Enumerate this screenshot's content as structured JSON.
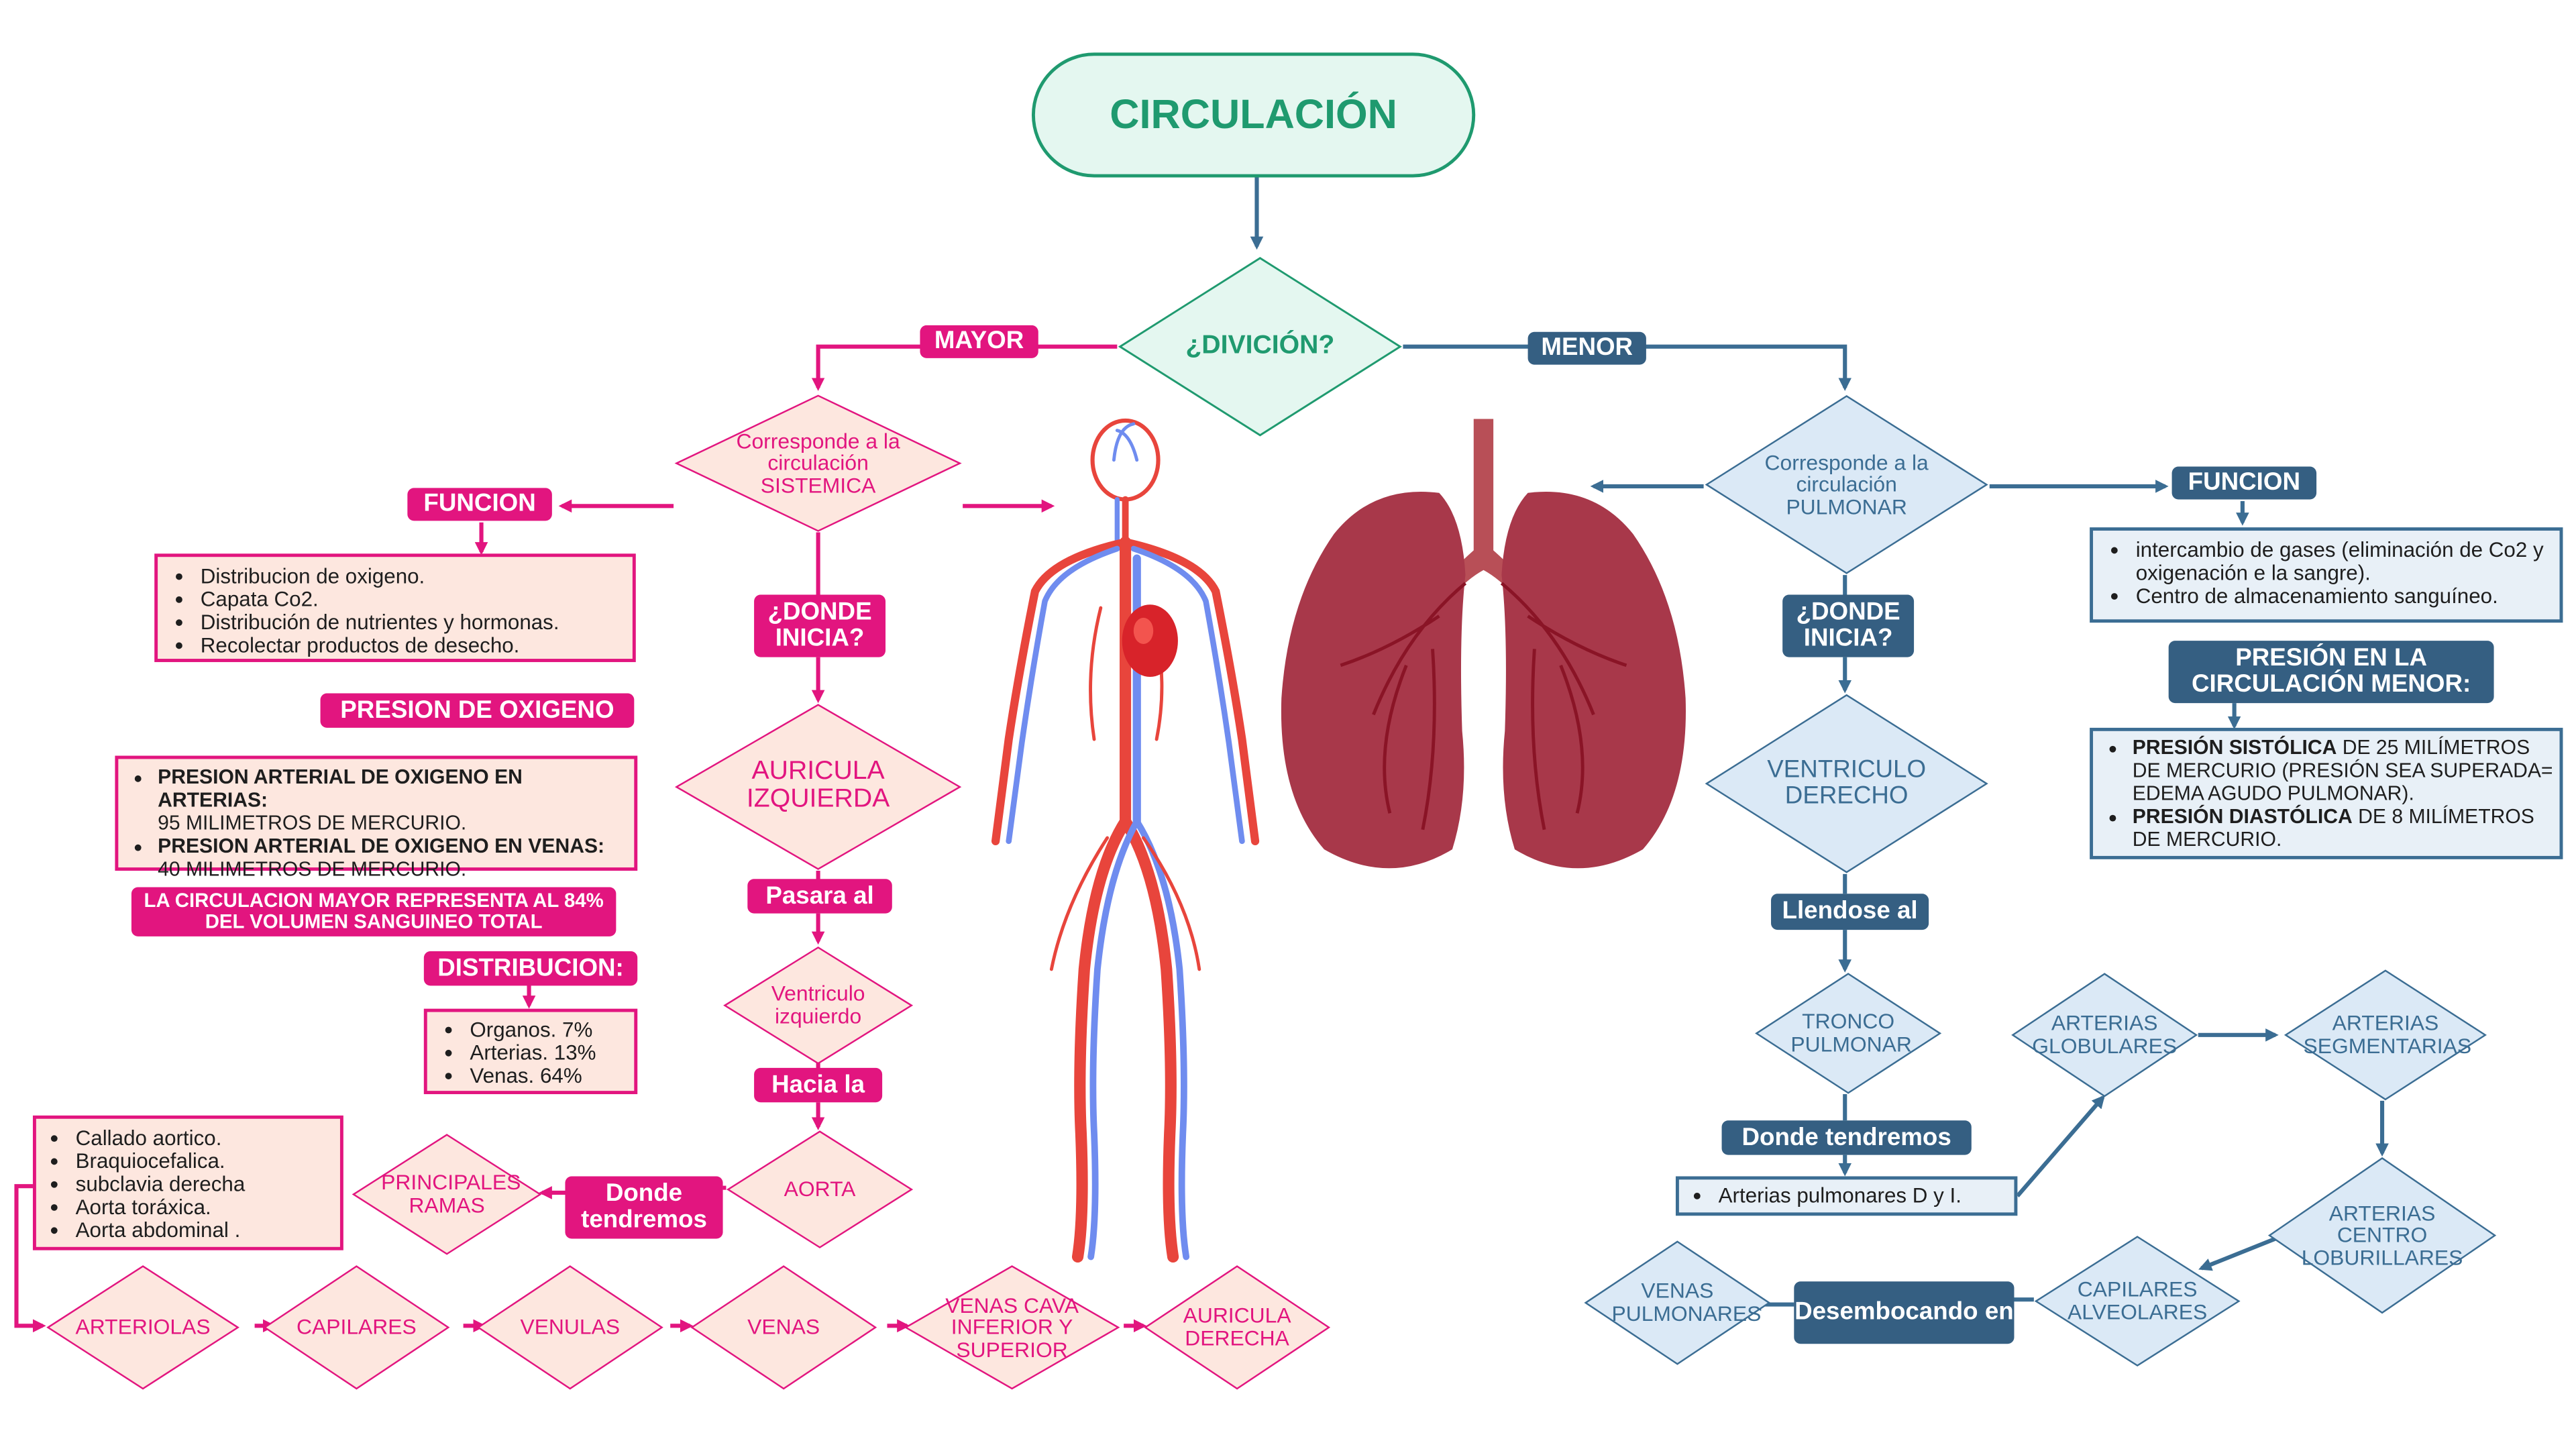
{
  "title": "CIRCULACIÓN",
  "division": "¿DIVICIÓN?",
  "mayor": {
    "label": "MAYOR",
    "corresponde": "Corresponde a la circulación SISTEMICA",
    "funcion_label": "FUNCION",
    "funcion_items": [
      "Distribucion de oxigeno.",
      "Capata Co2.",
      "Distribución de nutrientes y hormonas.",
      "Recolectar productos de desecho."
    ],
    "presion_label": "PRESION DE OXIGENO",
    "presion_items": [
      {
        "bold": "PRESION ARTERIAL DE OXIGENO EN ARTERIAS:",
        "text": "95 MILIMETROS DE MERCURIO."
      },
      {
        "bold": "PRESION ARTERIAL DE OXIGENO EN VENAS:",
        "text": "40 MILIMETROS DE MERCURIO."
      }
    ],
    "representa": "LA CIRCULACION MAYOR REPRESENTA AL 84% DEL VOLUMEN SANGUINEO TOTAL",
    "distribucion_label": "DISTRIBUCION:",
    "distribucion_items": [
      "Organos. 7%",
      "Arterias. 13%",
      "Venas. 64%"
    ],
    "donde_inicia": "¿DONDE INICIA?",
    "auricula_izq": "AURICULA IZQUIERDA",
    "pasara_al": "Pasara al",
    "ventriculo_izq": "Ventriculo izquierdo",
    "hacia_la": "Hacia la",
    "aorta": "AORTA",
    "donde_tendremos": "Donde tendremos",
    "principales_ramas": "PRINCIPALES RAMAS",
    "ramas_items": [
      "Callado aortico.",
      "Braquiocefalica.",
      "subclavia derecha",
      "Aorta toráxica.",
      "Aorta abdominal ."
    ],
    "chain": [
      "ARTERIOLAS",
      "CAPILARES",
      "VENULAS",
      "VENAS",
      "VENAS CAVA INFERIOR Y SUPERIOR",
      "AURICULA DERECHA"
    ]
  },
  "menor": {
    "label": "MENOR",
    "corresponde": "Corresponde a la circulación PULMONAR",
    "funcion_label": "FUNCION",
    "funcion_items": [
      "intercambio de gases (eliminación de Co2 y oxigenación e la sangre).",
      "Centro de almacenamiento sanguíneo."
    ],
    "presion_label": "PRESIÓN EN LA CIRCULACIÓN MENOR:",
    "presion_items": [
      {
        "bold": "PRESIÓN SISTÓLICA",
        "text": " DE 25 MILÍMETROS DE MERCURIO (PRESIÓN SEA SUPERADA= EDEMA AGUDO PULMONAR)."
      },
      {
        "bold": "PRESIÓN DIASTÓLICA",
        "text": " DE 8 MILÍMETROS DE MERCURIO."
      }
    ],
    "donde_inicia": "¿DONDE INICIA?",
    "ventriculo_der": "VENTRICULO DERECHO",
    "llendose_al": "Llendose al",
    "tronco": "TRONCO PULMONAR",
    "donde_tendremos": "Donde tendremos",
    "arterias_pulm": "Arterias pulmonares D y I.",
    "arterias_glob": "ARTERIAS GLOBULARES",
    "arterias_seg": "ARTERIAS SEGMENTARIAS",
    "arterias_centro": "ARTERIAS CENTRO LOBURILLARES",
    "capilares_alv": "CAPILARES ALVEOLARES",
    "desembocando": "Desembocando en",
    "venas_pulm": "VENAS PULMONARES"
  },
  "colors": {
    "green": "#1f9a6f",
    "pink": "#e2157f",
    "blue": "#355f82",
    "pink_fill": "#fde7df",
    "blue_fill": "#dbe9f6"
  }
}
